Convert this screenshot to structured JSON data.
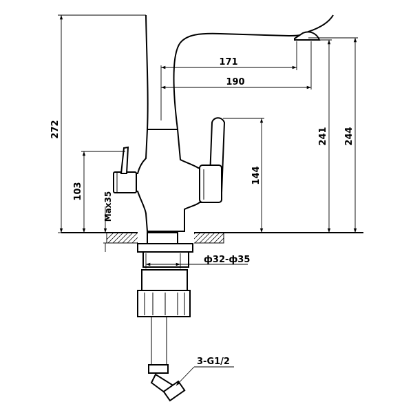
{
  "dimensions": {
    "total_height": "272",
    "spout_reach_inner": "171",
    "spout_reach_outer": "190",
    "spout_height_241": "241",
    "spout_height_244": "244",
    "handle_height": "144",
    "side_height": "103",
    "max_thickness": "Max35",
    "hole_diameter": "ф32-ф35",
    "connection": "3-G1/2"
  },
  "colors": {
    "stroke": "#000000",
    "background": "#ffffff"
  }
}
